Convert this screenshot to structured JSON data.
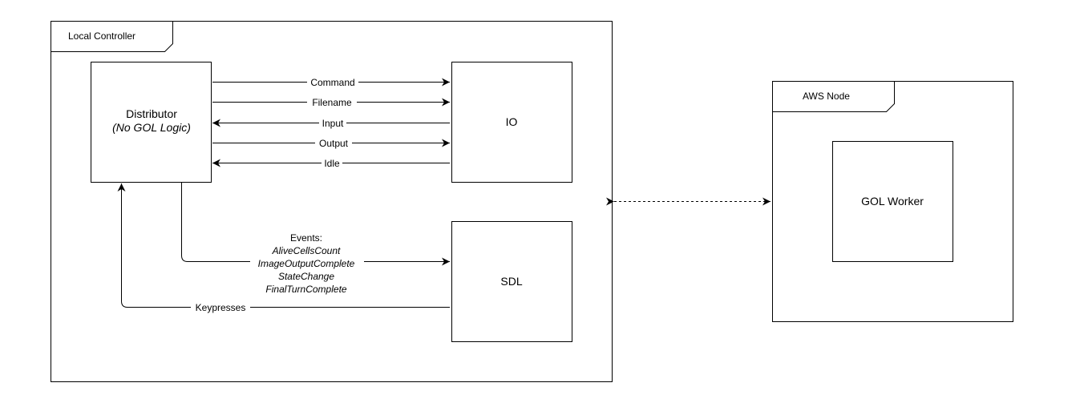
{
  "frames": {
    "local": {
      "title": "Local Controller"
    },
    "aws": {
      "title": "AWS Node"
    }
  },
  "boxes": {
    "distributor": {
      "title": "Distributor",
      "subtitle": "(No GOL Logic)"
    },
    "io": {
      "title": "IO"
    },
    "sdl": {
      "title": "SDL"
    },
    "worker": {
      "title": "GOL Worker"
    }
  },
  "channels": {
    "command": "Command",
    "filename": "Filename",
    "input": "Input",
    "output": "Output",
    "idle": "Idle"
  },
  "events": {
    "header": "Events:",
    "items": [
      "AliveCellsCount",
      "ImageOutputComplete",
      "StateChange",
      "FinalTurnComplete"
    ]
  },
  "keypresses": "Keypresses",
  "colors": {
    "stroke": "#000000",
    "background": "#ffffff"
  }
}
